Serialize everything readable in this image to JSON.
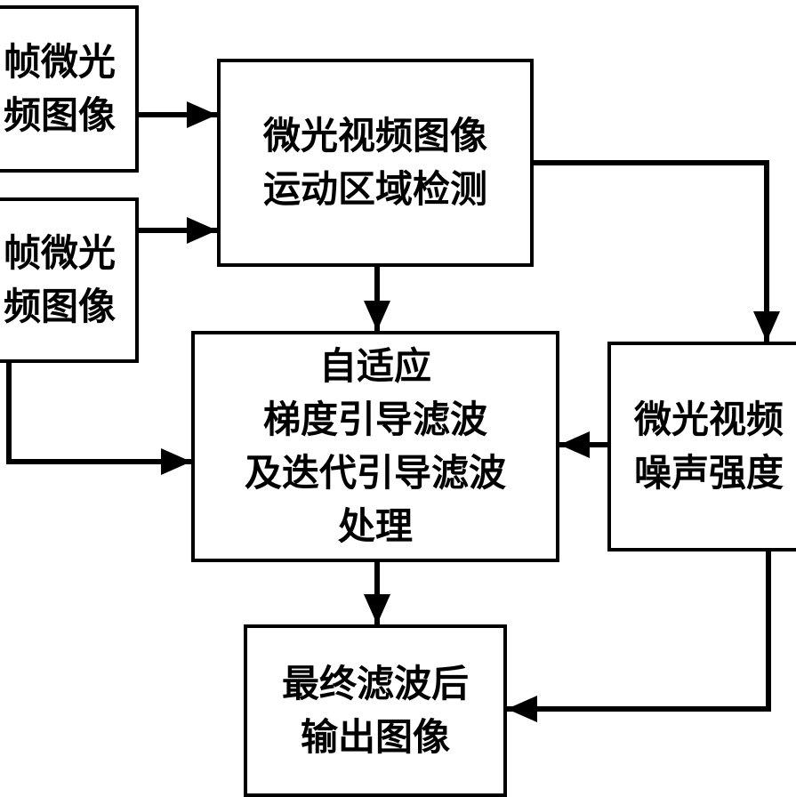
{
  "nodes": {
    "frame_1": {
      "lines": [
        "帧微光",
        "频图像"
      ]
    },
    "frame_2": {
      "lines": [
        "帧微光",
        "频图像"
      ]
    },
    "motion_detection": {
      "lines": [
        "微光视频图像",
        "运动区域检测"
      ]
    },
    "guided_filter": {
      "lines": [
        "自适应",
        "梯度引导滤波",
        "及迭代引导滤波",
        "处理"
      ]
    },
    "noise_estimation": {
      "lines": [
        "微光视频",
        "噪声强度"
      ]
    },
    "final_output": {
      "lines": [
        "最终滤波后",
        "输出图像"
      ]
    }
  },
  "edges": [
    {
      "from": "frame_1",
      "to": "motion_detection"
    },
    {
      "from": "frame_2",
      "to": "motion_detection"
    },
    {
      "from": "frame_2",
      "to": "guided_filter"
    },
    {
      "from": "motion_detection",
      "to": "guided_filter"
    },
    {
      "from": "motion_detection",
      "to": "noise_estimation"
    },
    {
      "from": "noise_estimation",
      "to": "guided_filter"
    },
    {
      "from": "guided_filter",
      "to": "final_output"
    },
    {
      "from": "noise_estimation",
      "to": "final_output"
    }
  ],
  "colors": {
    "stroke": "#000000",
    "background": "#ffffff"
  }
}
